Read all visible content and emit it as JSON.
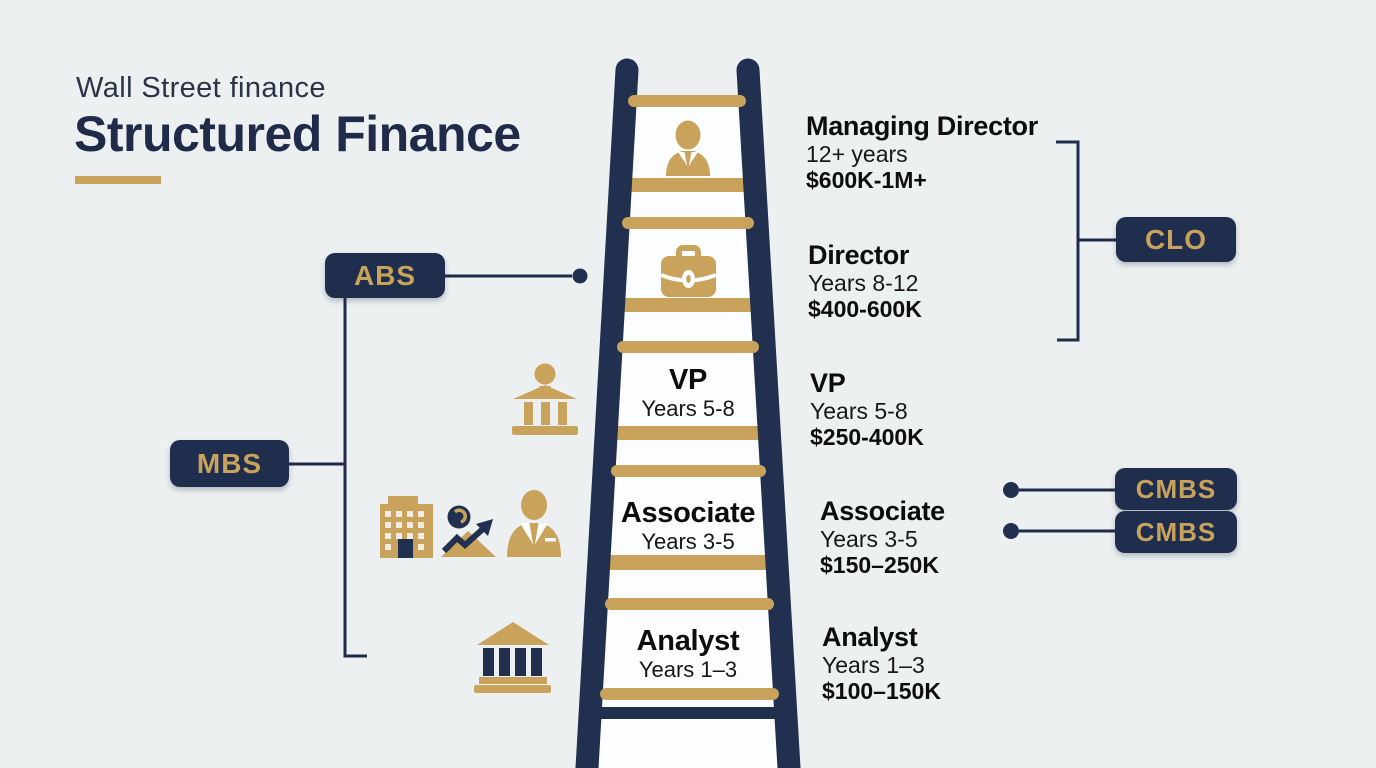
{
  "header": {
    "subtitle": "Wall Street finance",
    "title": "Structured Finance"
  },
  "badges": {
    "abs": "ABS",
    "mbs": "MBS",
    "clo": "CLO",
    "cmbs_top": "CMBS",
    "cmbs_bottom": "CMBS"
  },
  "levels": [
    {
      "title": "Managing Director",
      "years": "12+ years",
      "salary": "$600K-1M+"
    },
    {
      "title": "Director",
      "years": "Years 8-12",
      "salary": "$400-600K"
    },
    {
      "title": "VP",
      "years": "Years 5-8",
      "salary": "$250-400K"
    },
    {
      "title": "Associate",
      "years": "Years 3-5",
      "salary": "$150–250K"
    },
    {
      "title": "Analyst",
      "years": "Years 1–3",
      "salary": "$100–150K"
    }
  ],
  "ladder": {
    "steps": [
      {
        "label": "VP",
        "years": "Years 5-8"
      },
      {
        "label": "Associate",
        "years": "Years 3-5"
      },
      {
        "label": "Analyst",
        "years": "Years 1–3"
      }
    ]
  },
  "icons": {
    "top_rung": "executive-person-icon",
    "second_rung": "briefcase-icon",
    "vp_side": "bank-with-person-icon",
    "associate_side": [
      "office-building-icon",
      "growth-chart-person-icon",
      "business-person-icon"
    ],
    "analyst_side": "bank-columns-icon"
  },
  "colors": {
    "navy": "#22304f",
    "gold": "#c9a35c",
    "background": "#edf0f1",
    "panel": "#fcfdfe",
    "text": "#0d0d0d"
  }
}
